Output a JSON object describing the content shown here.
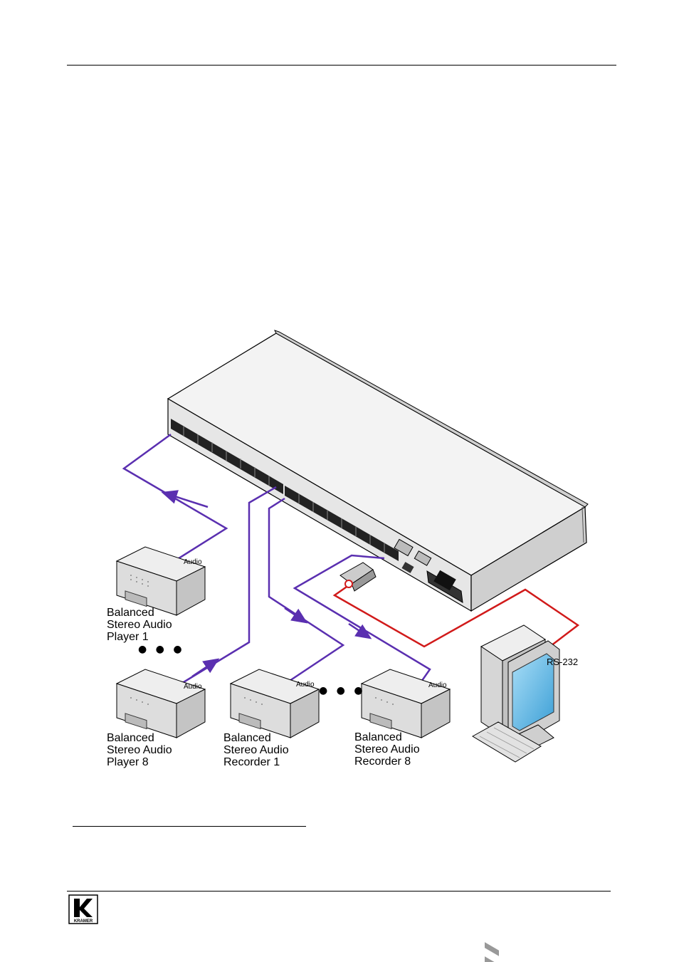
{
  "labels": {
    "player1": [
      "Balanced",
      "Stereo Audio",
      "Player 1"
    ],
    "player8": [
      "Balanced",
      "Stereo Audio",
      "Player 8"
    ],
    "recorder1": [
      "Balanced",
      "Stereo Audio",
      "Recorder 1"
    ],
    "recorder8": [
      "Balanced",
      "Stereo Audio",
      "Recorder 8"
    ],
    "audio": "Audio",
    "rs232": "RS-232",
    "ellipsis": "● ● ●"
  },
  "logo": {
    "word": "KRAMER"
  },
  "colors": {
    "audio_cable": "#5a2fb0",
    "rs232_cable": "#d11a1a",
    "device_gray": "#d8d8d8",
    "monitor_blue": "#7fc8ee"
  }
}
